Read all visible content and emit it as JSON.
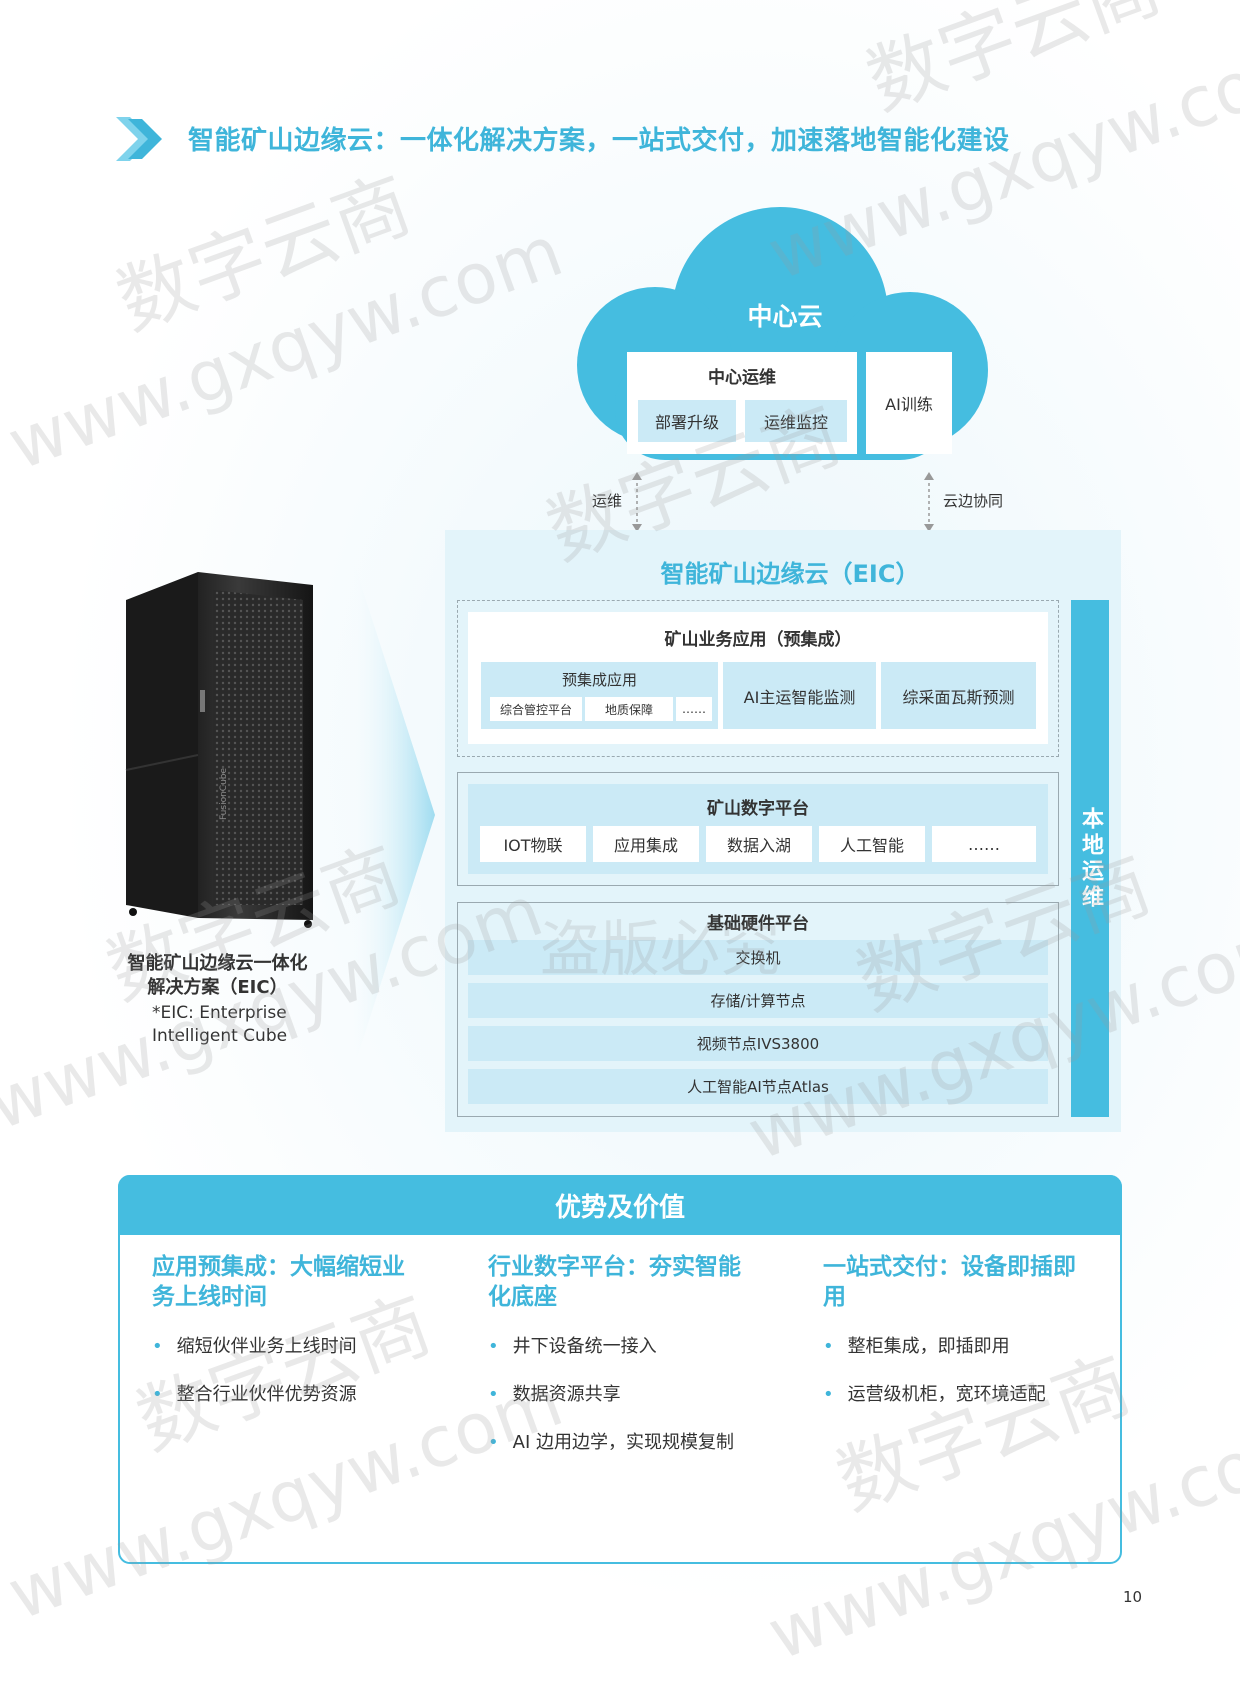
{
  "header": {
    "title": "智能矿山边缘云：一体化解决方案，一站式交付，加速落地智能化建设"
  },
  "cloud": {
    "title": "中心云",
    "ops": {
      "title": "中心运维",
      "items": [
        "部署升级",
        "运维监控"
      ]
    },
    "ai_training": "AI训练",
    "link_left": "运维",
    "link_right": "云边协同"
  },
  "eic": {
    "title": "智能矿山边缘云（EIC）",
    "local_ops": "本地运维",
    "apps": {
      "title": "矿山业务应用（预集成）",
      "preintegrated": {
        "title": "预集成应用",
        "items": [
          "综合管控平台",
          "地质保障",
          "……"
        ]
      },
      "ai_monitor": "AI主运智能监测",
      "gas_predict": "综采面瓦斯预测"
    },
    "digital": {
      "title": "矿山数字平台",
      "items": [
        "IOT物联",
        "应用集成",
        "数据入湖",
        "人工智能",
        "……"
      ]
    },
    "hardware": {
      "title": "基础硬件平台",
      "items": [
        "交换机",
        "存储/计算节点",
        "视频节点IVS3800",
        "人工智能AI节点Atlas"
      ]
    }
  },
  "server": {
    "caption_line1": "智能矿山边缘云一体化",
    "caption_line2": "解决方案（EIC）",
    "note_line1": "*EIC: Enterprise",
    "note_line2": "Intelligent Cube",
    "brand": "FusionCube"
  },
  "advantages": {
    "title": "优势及价值",
    "columns": [
      {
        "title": "应用预集成：大幅缩短业务上线时间",
        "bullets": [
          "缩短伙伴业务上线时间",
          "整合行业伙伴优势资源"
        ]
      },
      {
        "title": "行业数字平台：夯实智能化底座",
        "bullets": [
          "井下设备统一接入",
          "数据资源共享",
          "AI 边用边学，实现规模复制"
        ]
      },
      {
        "title": "一站式交付：设备即插即用",
        "bullets": [
          "整柜集成，即插即用",
          "运营级机柜，宽环境适配"
        ]
      }
    ]
  },
  "watermark": {
    "brand": "数字云商",
    "url": "www.gxqyw.com",
    "notice": "盗版必究"
  },
  "page_number": "10",
  "colors": {
    "accent": "#45bde0",
    "title_blue": "#3fb5da",
    "light_box": "#cbeaf6",
    "panel_bg": "#e3f4fa"
  },
  "icons": [
    "header-chevron-icon",
    "server-rack-image",
    "cloud-shape",
    "double-arrow-icon"
  ]
}
